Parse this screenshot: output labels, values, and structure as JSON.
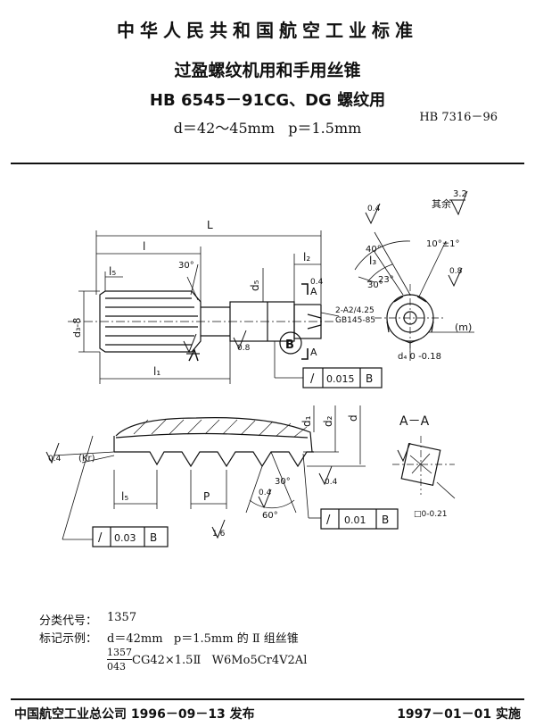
{
  "header": {
    "standard_body": "中华人民共和国航空工业标准",
    "title_line1": "过盈螺纹机用和手用丝锥",
    "title_line2": "HB 6545－91CG、DG 螺纹用",
    "title_line3": "d＝42～45mm   p＝1.5mm",
    "standard_number": "HB 7316－96"
  },
  "drawing": {
    "dim_L": "L",
    "dim_l": "l",
    "dim_l1": "l₁",
    "dim_l2": "l₂",
    "dim_l5": "l₅",
    "dim_l3": "l₃",
    "dim_d3": "d₃-8",
    "dim_d5": "d₅",
    "dim_d1": "d₁",
    "dim_d2": "d₂",
    "dim_d": "d",
    "dim_d4": "d₄",
    "dim_p": "P",
    "dim_m": "(m)",
    "dim_kr": "(Kr)",
    "angle_30_a": "30°",
    "angle_30_b": "30°",
    "angle_30_c": "30°",
    "angle_60": "60°",
    "angle_40": "40°",
    "angle_23": "23°",
    "angle_10": "10°±1°",
    "rough_main": "3.2",
    "rough_prefix": "其余",
    "rough_04_a": "0.4",
    "rough_04_b": "0.4",
    "rough_04_c": "0.4",
    "rough_04_d": "0.4",
    "rough_04_e": "0.4",
    "rough_08_a": "0.8",
    "rough_08_b": "0.8",
    "rough_16": "1.6",
    "center_hole_note": "2-A2/4.25",
    "center_hole_std": "GB145-85",
    "section_ref": "B",
    "section_title": "A－A",
    "section_mark_a1": "A",
    "section_mark_a2": "A",
    "tol1": {
      "sym": "/",
      "value": "0.015",
      "datum": "B"
    },
    "tol2": {
      "sym": "/",
      "value": "0.03",
      "datum": "B"
    },
    "tol3": {
      "sym": "/",
      "value": "0.01",
      "datum": "B"
    },
    "square_tol": "□0-0.21",
    "d4_tol": "d₄ 0 -0.18"
  },
  "info": {
    "class_label": "分类代号：",
    "class_value": "1357",
    "example_label": "标记示例：",
    "example_text": "d＝42mm   p＝1.5mm 的 Ⅱ 组丝锥",
    "fraction_num": "1357",
    "fraction_den": "043",
    "example_code": "CG42×1.5Ⅱ   W6Mo5Cr4V2Al"
  },
  "footer": {
    "publisher": "中国航空工业总公司 1996－09－13 发布",
    "effective": "1997－01－01 实施"
  }
}
